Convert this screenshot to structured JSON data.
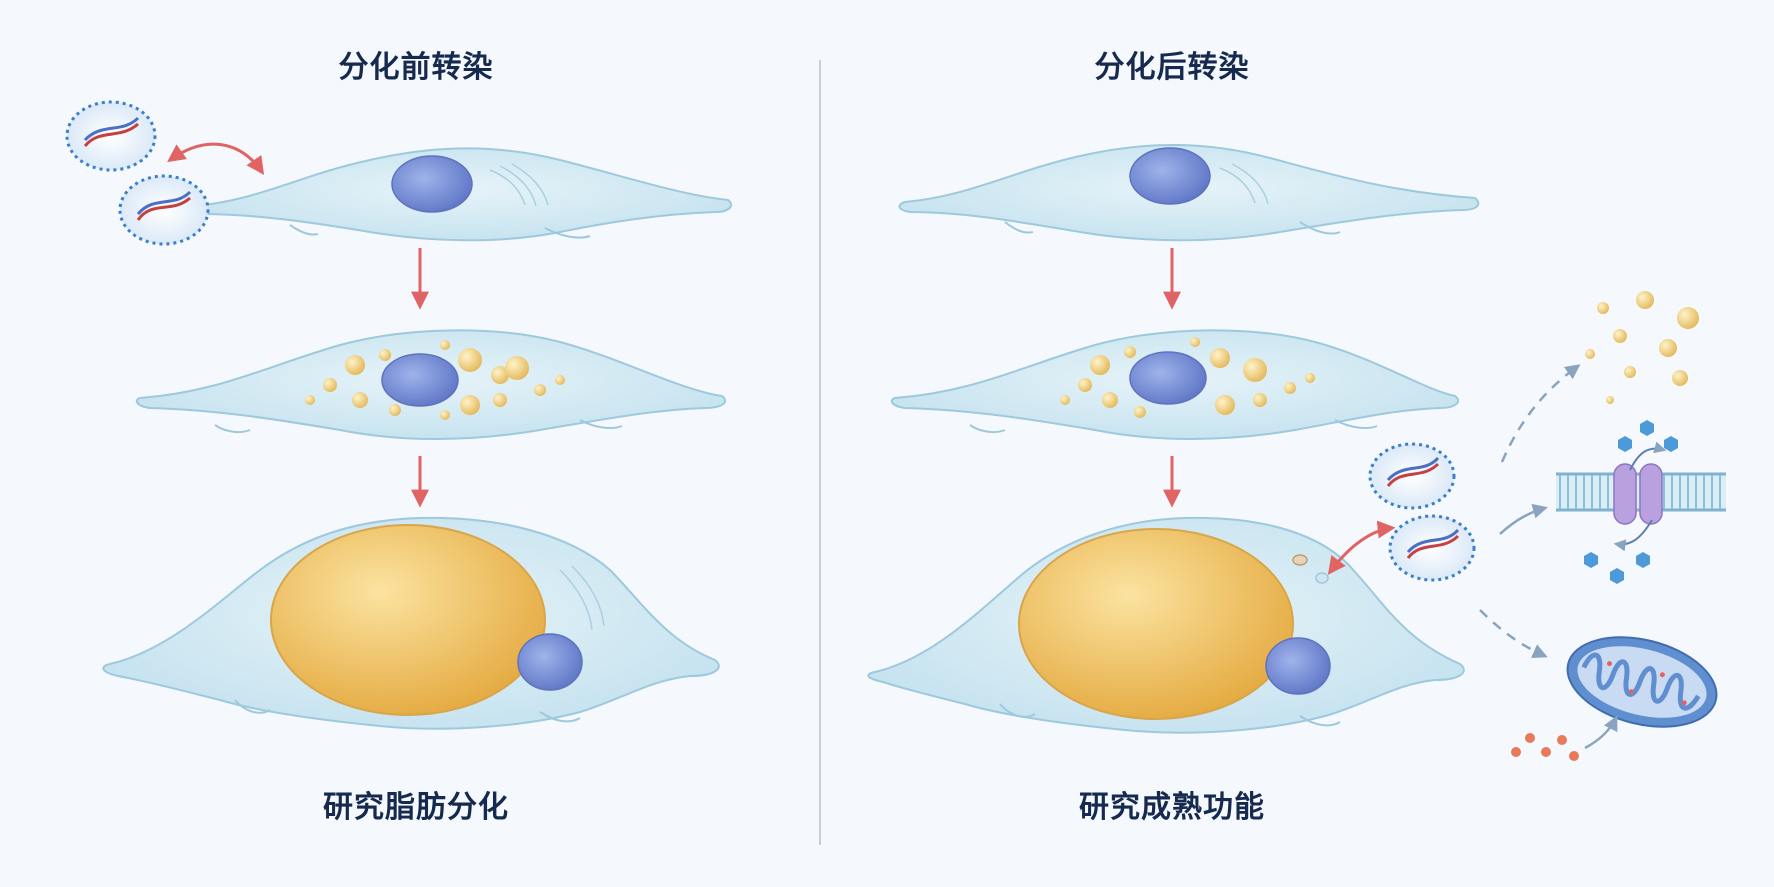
{
  "left_panel": {
    "title": "分化前转染",
    "caption": "研究脂肪分化"
  },
  "right_panel": {
    "title": "分化后转染",
    "caption": "研究成熟功能"
  },
  "colors": {
    "title_text": "#152a4e",
    "cell_fill": "#d3eaf3",
    "cell_stroke": "#9ec9dd",
    "nucleus": "#7b92d6",
    "lipid": "#f0c45c",
    "vector": "#3a7fcb",
    "arrow_red": "#e06464",
    "arrow_blue": "#8aa3be",
    "channel": "#b9a0de",
    "mito": "#5f8fd0"
  },
  "icons": [
    "viral-vector-icon",
    "membrane-channel-icon",
    "mitochondrion-icon"
  ]
}
